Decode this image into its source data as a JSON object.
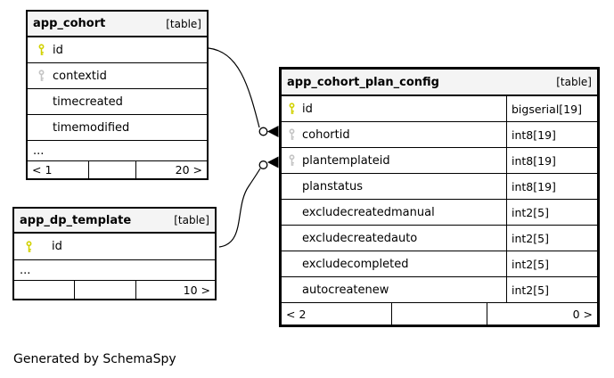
{
  "diagram": {
    "footer_note": "Generated by SchemaSpy"
  },
  "colors": {
    "header_bg": "#f4f4f4",
    "border": "#000000",
    "primary_key": "#d1d100",
    "foreign_key": "#c4c4c4"
  },
  "tables": [
    {
      "name": "app_cohort",
      "tag": "[table]",
      "columns": [
        {
          "name": "id",
          "key": "primary"
        },
        {
          "name": "contextid",
          "key": "foreign"
        },
        {
          "name": "timecreated",
          "key": "none"
        },
        {
          "name": "timemodified",
          "key": "none"
        }
      ],
      "ellipsis": "...",
      "footer": {
        "left": "< 1",
        "center": "",
        "right": "20 >"
      }
    },
    {
      "name": "app_dp_template",
      "tag": "[table]",
      "columns": [
        {
          "name": "id",
          "key": "primary"
        }
      ],
      "ellipsis": "...",
      "footer": {
        "left": "",
        "center": "",
        "right": "10 >"
      }
    },
    {
      "name": "app_cohort_plan_config",
      "tag": "[table]",
      "columns": [
        {
          "name": "id",
          "key": "primary",
          "type": "bigserial[19]"
        },
        {
          "name": "cohortid",
          "key": "foreign",
          "type": "int8[19]"
        },
        {
          "name": "plantemplateid",
          "key": "foreign",
          "type": "int8[19]"
        },
        {
          "name": "planstatus",
          "key": "none",
          "type": "int8[19]"
        },
        {
          "name": "excludecreatedmanual",
          "key": "none",
          "type": "int2[5]"
        },
        {
          "name": "excludecreatedauto",
          "key": "none",
          "type": "int2[5]"
        },
        {
          "name": "excludecompleted",
          "key": "none",
          "type": "int2[5]"
        },
        {
          "name": "autocreatenew",
          "key": "none",
          "type": "int2[5]"
        }
      ],
      "footer": {
        "left": "< 2",
        "center": "",
        "right": "0 >"
      }
    }
  ],
  "relationships": [
    {
      "from": "app_cohort.id",
      "to": "app_cohort_plan_config.cohortid"
    },
    {
      "from": "app_dp_template.id",
      "to": "app_cohort_plan_config.plantemplateid"
    }
  ]
}
